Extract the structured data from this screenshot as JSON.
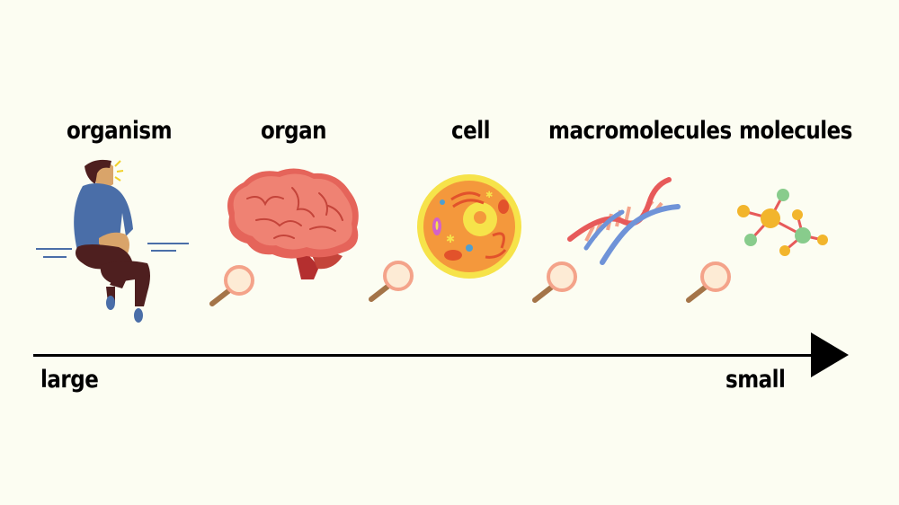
{
  "levels": [
    {
      "label": "organism",
      "icon": "person-icon"
    },
    {
      "label": "organ",
      "icon": "brain-icon"
    },
    {
      "label": "cell",
      "icon": "cell-icon"
    },
    {
      "label": "macromolecules",
      "icon": "dna-icon"
    },
    {
      "label": "molecules",
      "icon": "molecule-icon"
    }
  ],
  "axis": {
    "start_label": "large",
    "end_label": "small",
    "direction": "large-to-small"
  },
  "colors": {
    "background": "#fcfdf2",
    "text": "#000000",
    "shirt": "#4a6ea8",
    "pants": "#4e1f1f",
    "brain": "#ef8273",
    "cell_outer": "#f6e34a",
    "cell_inner": "#f4983c",
    "dna_red": "#e75a5a",
    "dna_blue": "#6f93d8",
    "atom_yellow": "#f2b52c",
    "atom_green": "#88cc8c"
  }
}
